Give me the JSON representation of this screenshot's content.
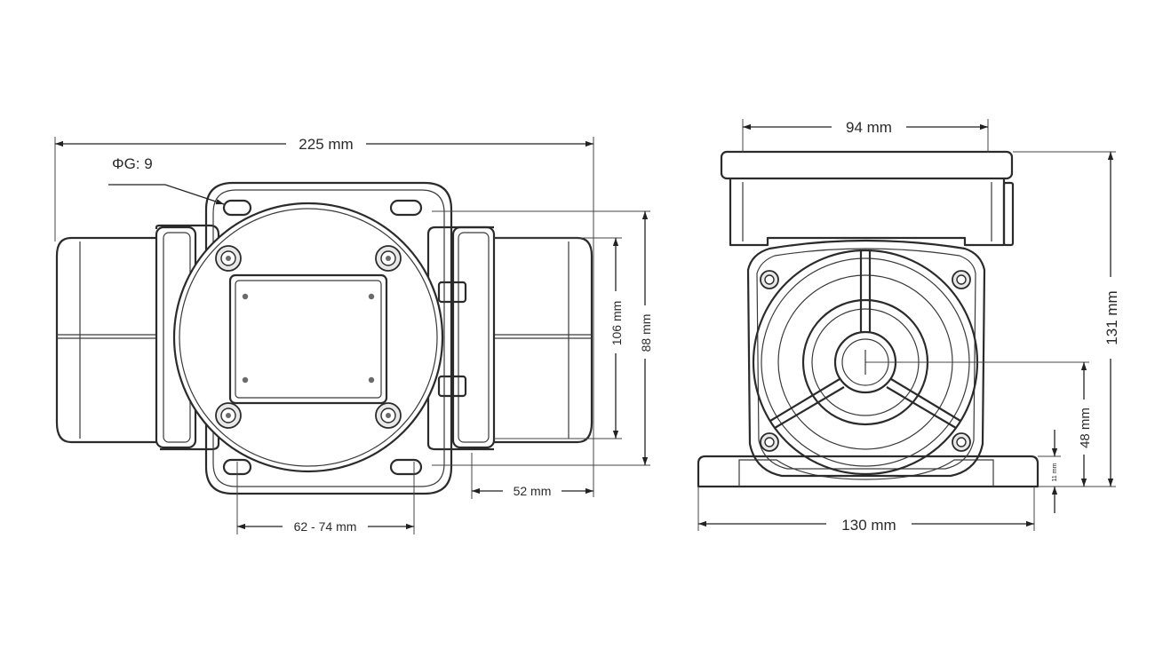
{
  "diagram": {
    "front_view": {
      "overall_width": "225 mm",
      "hole_diameter": "ΦG: 9",
      "height_outer": "88 mm",
      "height_inner": "106 mm",
      "hole_spacing": "62 - 74 mm",
      "offset": "52 mm"
    },
    "side_view": {
      "top_width": "94 mm",
      "overall_height": "131 mm",
      "center_height": "48 mm",
      "base_thickness": "11 mm",
      "base_width": "130 mm"
    }
  },
  "colors": {
    "line": "#2b2b2b",
    "background": "#ffffff"
  }
}
